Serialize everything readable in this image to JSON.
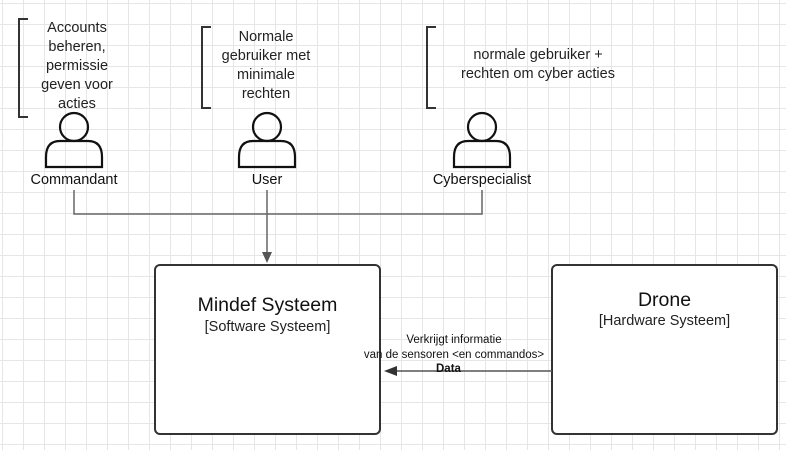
{
  "actors": [
    {
      "id": "commandant",
      "label": "Commandant",
      "note": "Accounts\nbeheren,\npermissie\ngeven voor\nacties"
    },
    {
      "id": "user",
      "label": "User",
      "note": "Normale\ngebruiker met\nminimale\nrechten"
    },
    {
      "id": "cyberspecialist",
      "label": "Cyberspecialist",
      "note": "normale gebruiker +\nrechten om cyber acties"
    }
  ],
  "systems": {
    "mindef": {
      "title": "Mindef Systeem",
      "subtitle": "[Software Systeem]"
    },
    "drone": {
      "title": "Drone",
      "subtitle": "[Hardware Systeem]"
    }
  },
  "edge": {
    "label": "Verkrijgt informatie\nvan de sensoren <en commandos>",
    "data_label": "Data"
  },
  "colors": {
    "stroke": "#333333",
    "grid": "#e6e6e6",
    "connector": "#666666"
  }
}
